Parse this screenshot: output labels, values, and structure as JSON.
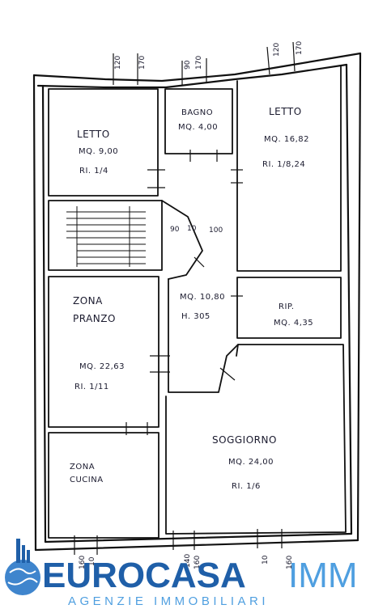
{
  "rooms": {
    "letto_left": {
      "name": "LETTO",
      "area": "MQ. 9,00",
      "ratio": "RI. 1/4"
    },
    "bagno": {
      "name": "BAGNO",
      "area": "MQ. 4,00"
    },
    "letto_right": {
      "name": "LETTO",
      "area": "MQ. 16,82",
      "ratio": "RI. 1/8,24"
    },
    "disimpegno": {
      "area": "MQ. 10,80",
      "height": "H. 305"
    },
    "rip": {
      "name": "RIP.",
      "area": "MQ. 4,35"
    },
    "zona_pranzo": {
      "name_line1": "ZONA",
      "name_line2": "PRANZO",
      "area": "MQ. 22,63",
      "ratio": "RI. 1/11"
    },
    "soggiorno": {
      "name": "SOGGIORNO",
      "area": "MQ. 24,00",
      "ratio": "RI. 1/6"
    },
    "zona_cucina": {
      "name_line1": "ZONA",
      "name_line2": "CUCINA"
    }
  },
  "dimensions": {
    "top_left_a": "120",
    "top_left_b": "170",
    "top_mid_a": "90",
    "top_mid_b": "170",
    "top_right_a": "120",
    "top_right_b": "170",
    "corridor_a": "90",
    "corridor_b": "10",
    "corridor_c": "100",
    "bottom_left_a": "160",
    "bottom_left_b": "10",
    "bottom_mid_a": "140",
    "bottom_mid_b": "160",
    "bottom_right_a": "10",
    "bottom_right_b": "160"
  },
  "brand": {
    "name_main": "EUROCASA",
    "name_suffix": "IMM",
    "tagline": "AGENZIE IMMOBILIARI",
    "color_main": "#1f5fa8",
    "color_suffix": "#4f9fe0",
    "globe_color": "#2a78c8"
  }
}
